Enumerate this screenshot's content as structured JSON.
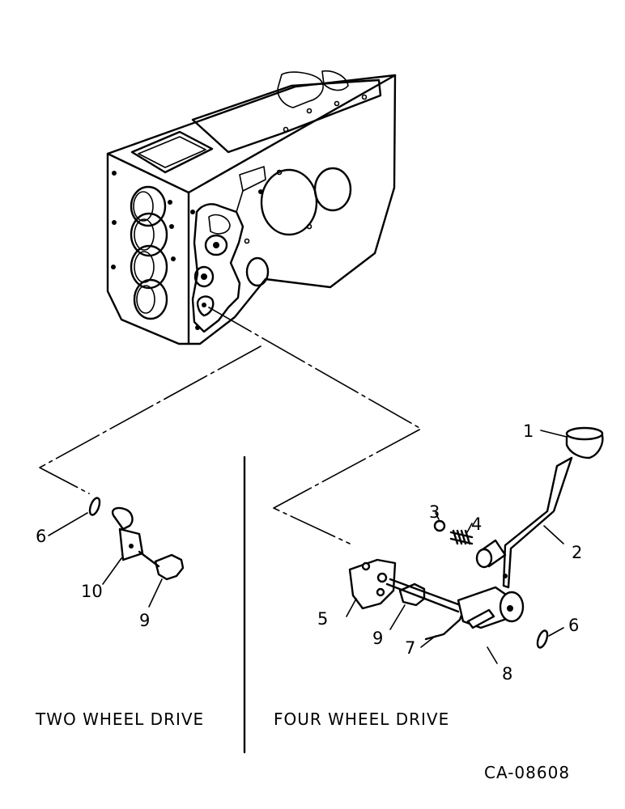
{
  "callouts": {
    "c1": "1",
    "c2": "2",
    "c3": "3",
    "c4": "4",
    "c5": "5",
    "c6_left": "6",
    "c6_right": "6",
    "c7": "7",
    "c8": "8",
    "c9_left": "9",
    "c9_right": "9",
    "c10": "10"
  },
  "captions": {
    "two_wheel": "TWO WHEEL DRIVE",
    "four_wheel": "FOUR WHEEL DRIVE",
    "figure_code": "CA-08608"
  }
}
